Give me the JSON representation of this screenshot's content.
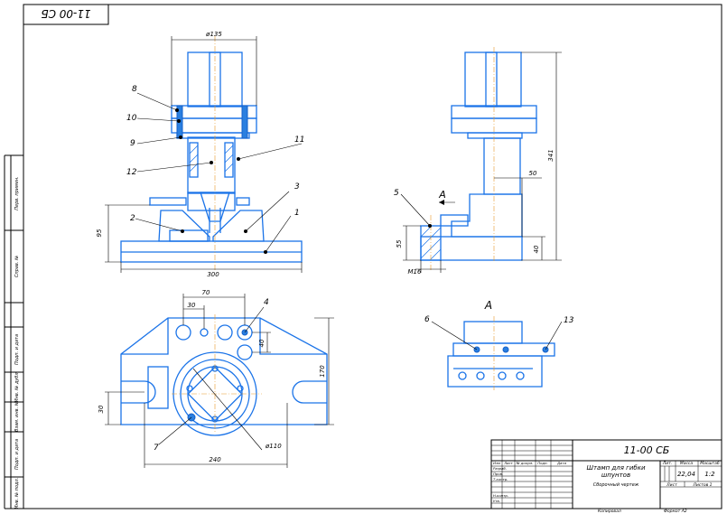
{
  "drawing": {
    "code": "11-00 СБ",
    "code_rotated": "11-00 СБ",
    "title_line1": "Штамп для гибки",
    "title_line2": "шпунтов",
    "subtitle": "Сборочный чертеж",
    "lit": "",
    "mass": "22,04",
    "scale": "1:2",
    "sheet_label": "Лист",
    "sheets_label": "Листов 1",
    "copied": "Копировал",
    "format": "Формат   А2"
  },
  "title_block_headers": {
    "lit": "Лит.",
    "mass": "Масса",
    "scale": "Масштаб",
    "change": "Изм",
    "sheet": "Лист",
    "doc_no": "№ докум.",
    "sign": "Подп.",
    "date": "Дата",
    "developer": "Разраб.",
    "checker": "Пров.",
    "tcontrol": "Т.контр.",
    "ncontrol": "Н.контр.",
    "approved": "Утв."
  },
  "side_column": {
    "first_use": "Перв. примен.",
    "reference": "Справ. №",
    "sign_date1": "Подп. и дата",
    "inv_dubl": "Инв. № дубл.",
    "vzam_inv": "Взам. инв. №",
    "sign_date2": "Подп. и дата",
    "inv_podl": "Инв. № подл."
  },
  "dimensions": {
    "d135": "ø135",
    "h95": "95",
    "w300": "300",
    "w70": "70",
    "w30": "30",
    "h40": "40",
    "h170": "170",
    "h30": "30",
    "w240": "240",
    "d110": "ø110",
    "h341": "341",
    "w50": "50",
    "h40b": "40",
    "h55": "55",
    "m16": "M16"
  },
  "callouts": [
    "1",
    "2",
    "3",
    "4",
    "5",
    "6",
    "7",
    "8",
    "9",
    "10",
    "11",
    "12",
    "13"
  ],
  "view_labels": {
    "arrow_a": "А",
    "view_a": "А"
  }
}
